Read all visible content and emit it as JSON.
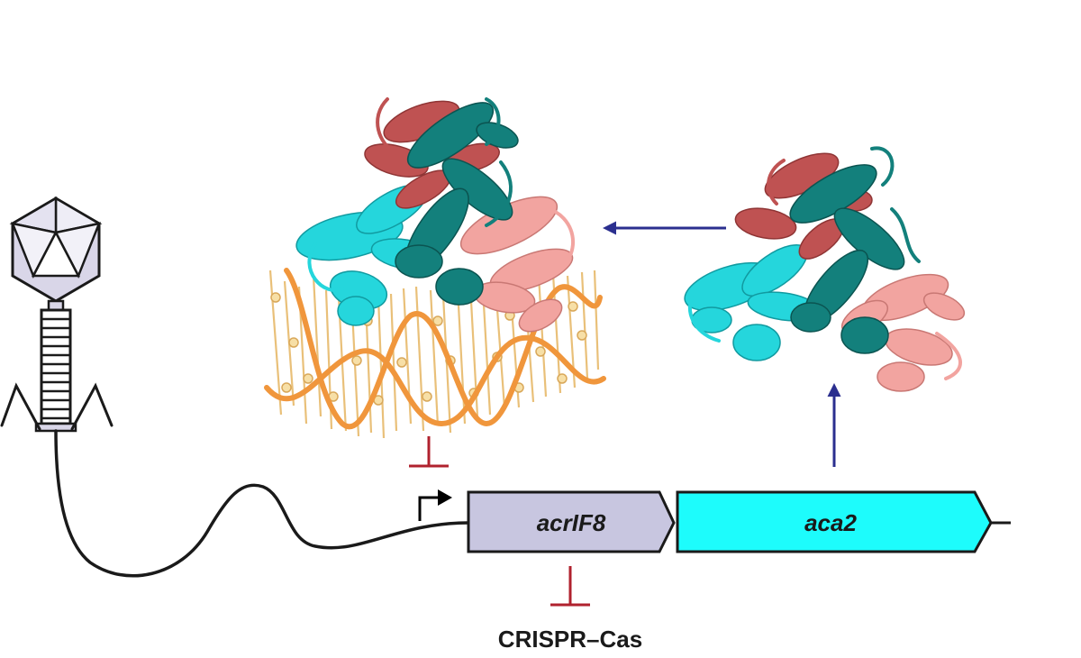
{
  "genes": [
    {
      "id": "acrIF8",
      "label": "acrIF8",
      "color": "#c8c6e0"
    },
    {
      "id": "aca2",
      "label": "aca2",
      "color": "#1dfcfc"
    }
  ],
  "caption": "CRISPR–Cas",
  "colors": {
    "stroke": "#1a1a1a",
    "inhibition": "#b0222e",
    "activation_arrow": "#2b2f8f",
    "helix_cyan": "#25d6dc",
    "helix_teal": "#13807c",
    "helix_red": "#bf5252",
    "helix_pink": "#f2a4a0",
    "dna_backbone": "#f0963c",
    "dna_bases": "#f5d08f",
    "phage_head": "#d9d6e8"
  },
  "icons": {
    "phage": "bacteriophage-icon",
    "promoter": "promoter-arrow-icon",
    "protein_dimer": "protein-dimer-structure",
    "protein_dna_complex": "protein-dna-complex-structure"
  }
}
